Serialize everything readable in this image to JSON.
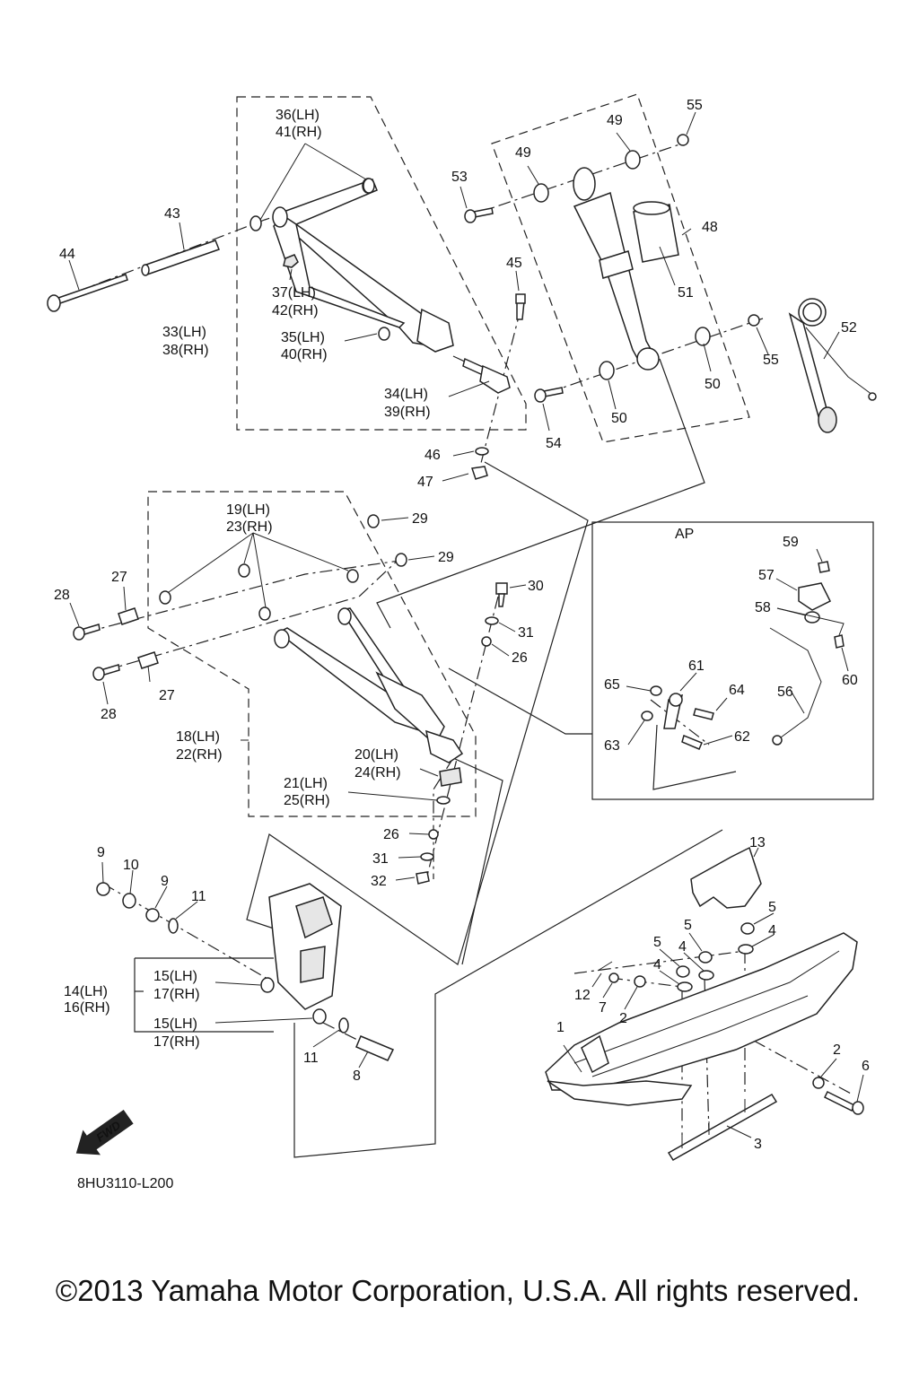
{
  "diagram_code": "8HU3110-L200",
  "copyright": "©2013 Yamaha Motor Corporation, U.S.A. All rights reserved.",
  "inset_label": "AP",
  "fwd_label": "FWD",
  "callouts": {
    "c1": "1",
    "c2a": "2",
    "c2b": "2",
    "c3": "3",
    "c4a": "4",
    "c4b": "4",
    "c4c": "4",
    "c5a": "5",
    "c5b": "5",
    "c5c": "5",
    "c6": "6",
    "c7": "7",
    "c8": "8",
    "c9a": "9",
    "c9b": "9",
    "c10": "10",
    "c11a": "11",
    "c11b": "11",
    "c12": "12",
    "c13": "13",
    "c14": "14(LH)",
    "c16": "16(RH)",
    "c15a": "15(LH)",
    "c17a": "17(RH)",
    "c15b": "15(LH)",
    "c17b": "17(RH)",
    "c18": "18(LH)",
    "c22": "22(RH)",
    "c19": "19(LH)",
    "c23": "23(RH)",
    "c20": "20(LH)",
    "c24": "24(RH)",
    "c21": "21(LH)",
    "c25": "25(RH)",
    "c26a": "26",
    "c26b": "26",
    "c27a": "27",
    "c27b": "27",
    "c28a": "28",
    "c28b": "28",
    "c29a": "29",
    "c29b": "29",
    "c30": "30",
    "c31a": "31",
    "c31b": "31",
    "c32": "32",
    "c33": "33(LH)",
    "c38": "38(RH)",
    "c34": "34(LH)",
    "c39": "39(RH)",
    "c35": "35(LH)",
    "c40": "40(RH)",
    "c36": "36(LH)",
    "c41": "41(RH)",
    "c37": "37(LH)",
    "c42": "42(RH)",
    "c43": "43",
    "c44": "44",
    "c45": "45",
    "c46": "46",
    "c47": "47",
    "c48": "48",
    "c49a": "49",
    "c49b": "49",
    "c50a": "50",
    "c50b": "50",
    "c51": "51",
    "c52": "52",
    "c53": "53",
    "c54": "54",
    "c55a": "55",
    "c55b": "55",
    "c56": "56",
    "c57": "57",
    "c58": "58",
    "c59": "59",
    "c60": "60",
    "c61": "61",
    "c62": "62",
    "c63": "63",
    "c64": "64",
    "c65": "65"
  }
}
